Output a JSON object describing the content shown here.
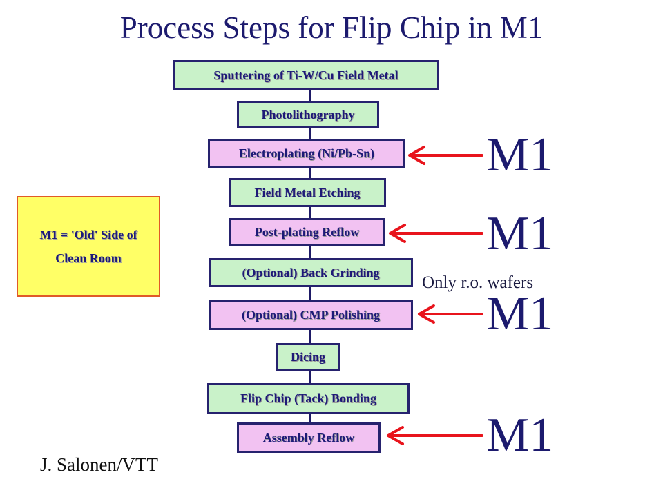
{
  "title": "Process Steps for Flip Chip in M1",
  "steps": [
    {
      "label": "Sputtering of Ti-W/Cu Field Metal",
      "color": "#c9f2c9"
    },
    {
      "label": "Photolithography",
      "color": "#c9f2c9"
    },
    {
      "label": "Electroplating (Ni/Pb-Sn)",
      "color": "#f2c2f2"
    },
    {
      "label": "Field Metal Etching",
      "color": "#c9f2c9"
    },
    {
      "label": "Post-plating Reflow",
      "color": "#f2c2f2"
    },
    {
      "label": "(Optional) Back Grinding",
      "color": "#c9f2c9"
    },
    {
      "label": "(Optional) CMP Polishing",
      "color": "#f2c2f2"
    },
    {
      "label": "Dicing",
      "color": "#c9f2c9"
    },
    {
      "label": "Flip Chip (Tack) Bonding",
      "color": "#c9f2c9"
    },
    {
      "label": "Assembly Reflow",
      "color": "#f2c2f2"
    }
  ],
  "note": {
    "line1": "M1 = 'Old' Side of",
    "line2": "Clean Room"
  },
  "m1_labels": [
    "M1",
    "M1",
    "M1",
    "M1"
  ],
  "side_note": "Only r.o. wafers",
  "credit": "J. Salonen/VTT",
  "colors": {
    "arrow": "#e8141c",
    "text": "#1c1a6e",
    "note_bg": "#ffff66",
    "note_border": "#e05a28"
  }
}
